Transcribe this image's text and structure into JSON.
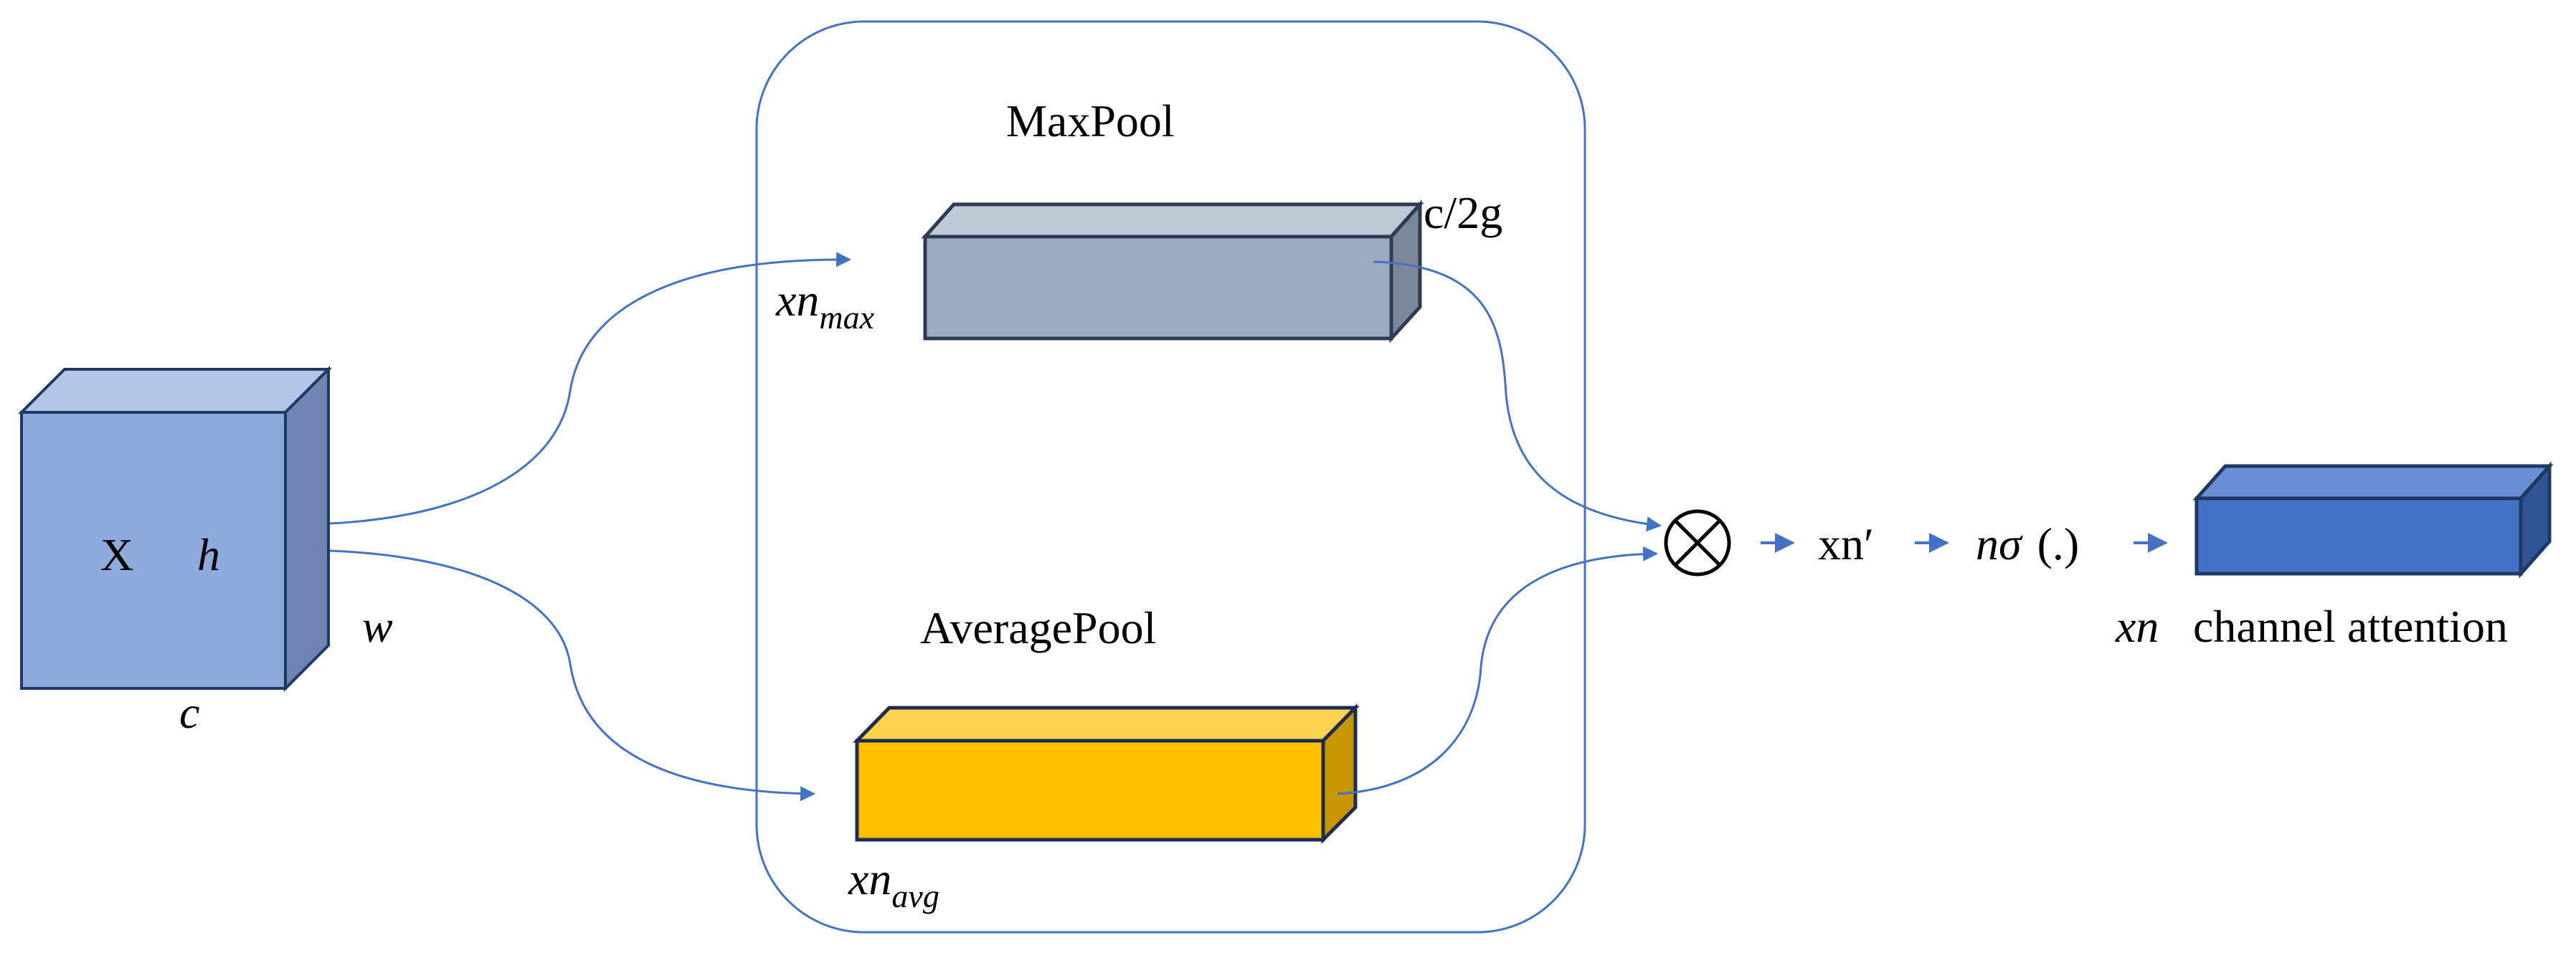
{
  "colors": {
    "line": "#4472C4",
    "input_front": "#8EA9DB",
    "input_top": "#B4C6E7",
    "input_side": "#6F84B2",
    "input_stroke": "#1F3864",
    "maxpool_front": "#9DABC1",
    "maxpool_top": "#C0C9D6",
    "maxpool_side": "#7C8899",
    "maxpool_stroke": "#2F3B52",
    "avgpool_front": "#FFC000",
    "avgpool_top": "#FFD34D",
    "avgpool_side": "#C89600",
    "avgpool_stroke": "#1F2B4F",
    "output_front": "#4472C4",
    "output_top": "#6A8FD4",
    "output_side": "#2F5597",
    "output_stroke": "#1F3864"
  },
  "input_block": {
    "symbol": "X",
    "height_label": "h",
    "width_label": "w",
    "channel_label": "c"
  },
  "maxpool": {
    "title": "MaxPool",
    "size_label": "c/2g",
    "var_main": "xn",
    "var_sub": "max"
  },
  "avgpool": {
    "title": "AveragePool",
    "var_main": "xn",
    "var_sub": "avg"
  },
  "operator": {
    "icon": "circled-times-icon",
    "glyph": "⊗"
  },
  "pipeline": {
    "step1": "xn′",
    "step2_main": "nσ",
    "step2_args": "(.)"
  },
  "output_block": {
    "var": "xn",
    "label": "channel attention"
  }
}
